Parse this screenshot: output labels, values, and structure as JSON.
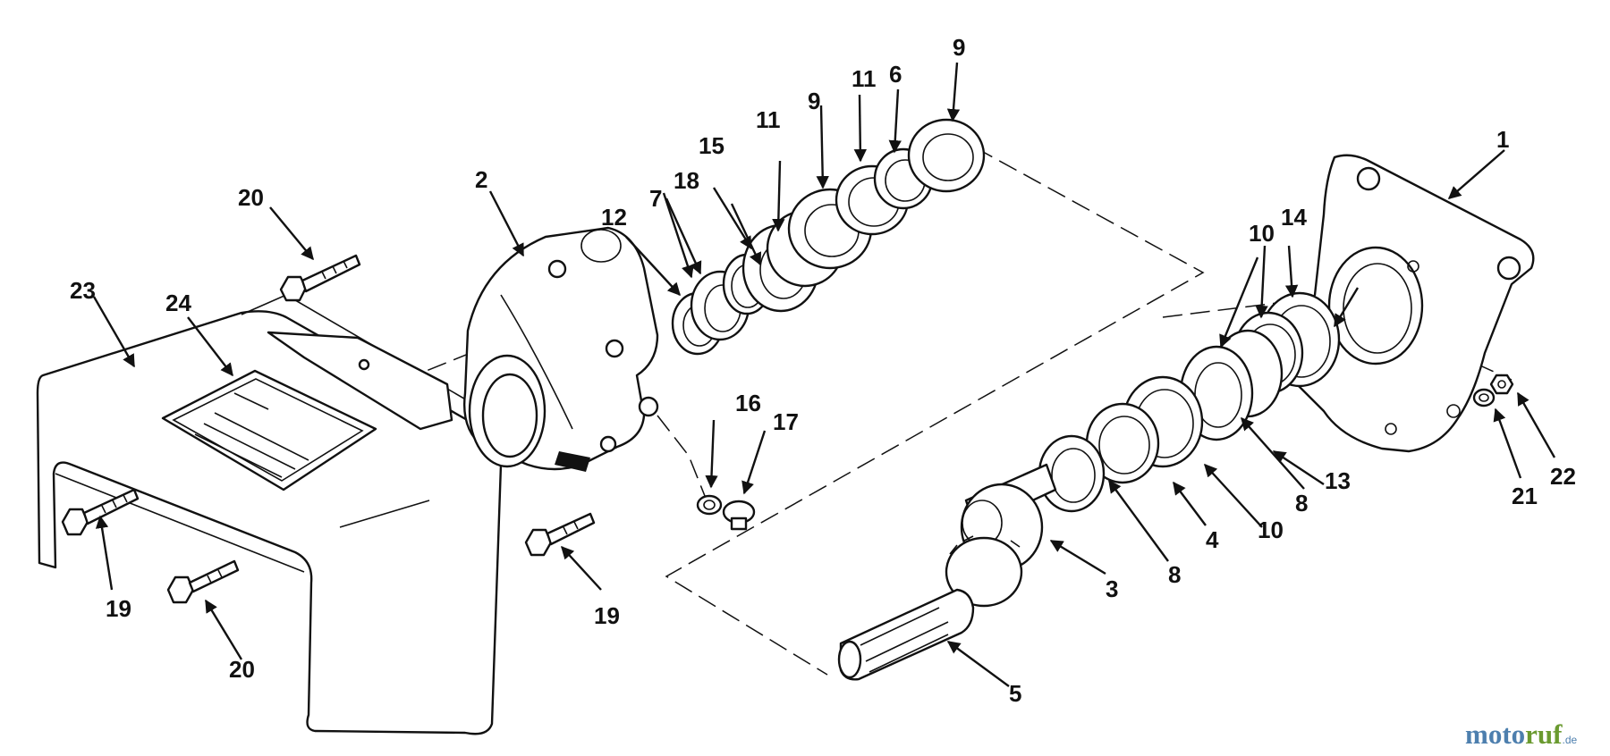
{
  "diagram": {
    "callouts": {
      "c1": "1",
      "c2": "2",
      "c3": "3",
      "c4": "4",
      "c5": "5",
      "c6": "6",
      "c7": "7",
      "c8a": "8",
      "c8b": "8",
      "c9a": "9",
      "c9b": "9",
      "c10a": "10",
      "c10b": "10",
      "c11a": "11",
      "c11b": "11",
      "c12": "12",
      "c13": "13",
      "c14": "14",
      "c15": "15",
      "c16": "16",
      "c17": "17",
      "c18": "18",
      "c19a": "19",
      "c19b": "19",
      "c20a": "20",
      "c20b": "20",
      "c21": "21",
      "c22": "22",
      "c23": "23",
      "c24": "24"
    }
  },
  "watermark": {
    "part1": "moto",
    "part2": "ruf",
    "suffix": ".de"
  }
}
